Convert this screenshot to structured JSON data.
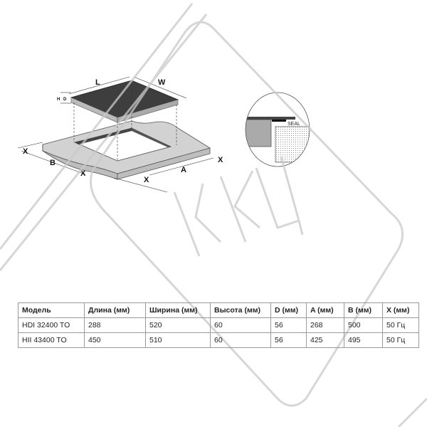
{
  "diagram": {
    "labels": {
      "L": "L",
      "W": "W",
      "H": "H",
      "D": "D",
      "X": "X",
      "B": "B",
      "A": "A",
      "seal": "SEAL"
    }
  },
  "watermark": {
    "text": "ККЦ"
  },
  "table": {
    "headers": [
      "Модель",
      "Длина (мм)",
      "Ширина (мм)",
      "Высота (мм)",
      "D (мм)",
      "A (мм)",
      "B (мм)",
      "X (мм)"
    ],
    "rows": [
      [
        "HDI 32400 TO",
        "288",
        "520",
        "60",
        "56",
        "268",
        "500",
        "50 Гц"
      ],
      [
        "HII 43400 TO",
        "450",
        "510",
        "60",
        "56",
        "425",
        "495",
        "50 Гц"
      ]
    ]
  }
}
